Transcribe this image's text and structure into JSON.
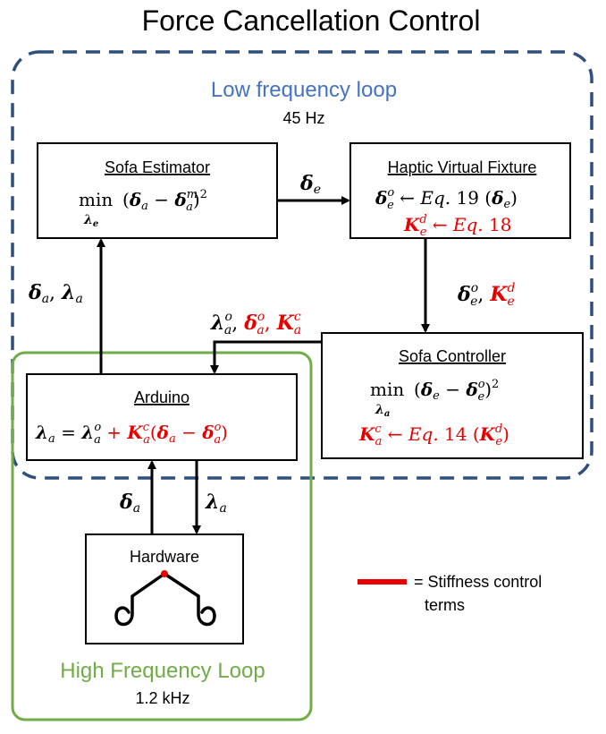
{
  "title": "Force Cancellation Control",
  "low_loop": {
    "label": "Low frequency loop",
    "rate": "45 Hz"
  },
  "high_loop": {
    "label": "High Frequency Loop",
    "rate": "1.2 kHz"
  },
  "sofa_estimator": {
    "title": "Sofa Estimator"
  },
  "haptic_fixture": {
    "title": "Haptic Virtual Fixture"
  },
  "sofa_controller": {
    "title": "Sofa Controller"
  },
  "arduino": {
    "title": "Arduino"
  },
  "hardware": {
    "title": "Hardware"
  },
  "legend": {
    "line1": "= Stiffness control",
    "line2": "terms"
  },
  "colors": {
    "blue_loop": "#2f4f7f",
    "blue_text": "#4472c4",
    "green": "#70ad47",
    "red": "#e60000",
    "black": "#000000"
  }
}
